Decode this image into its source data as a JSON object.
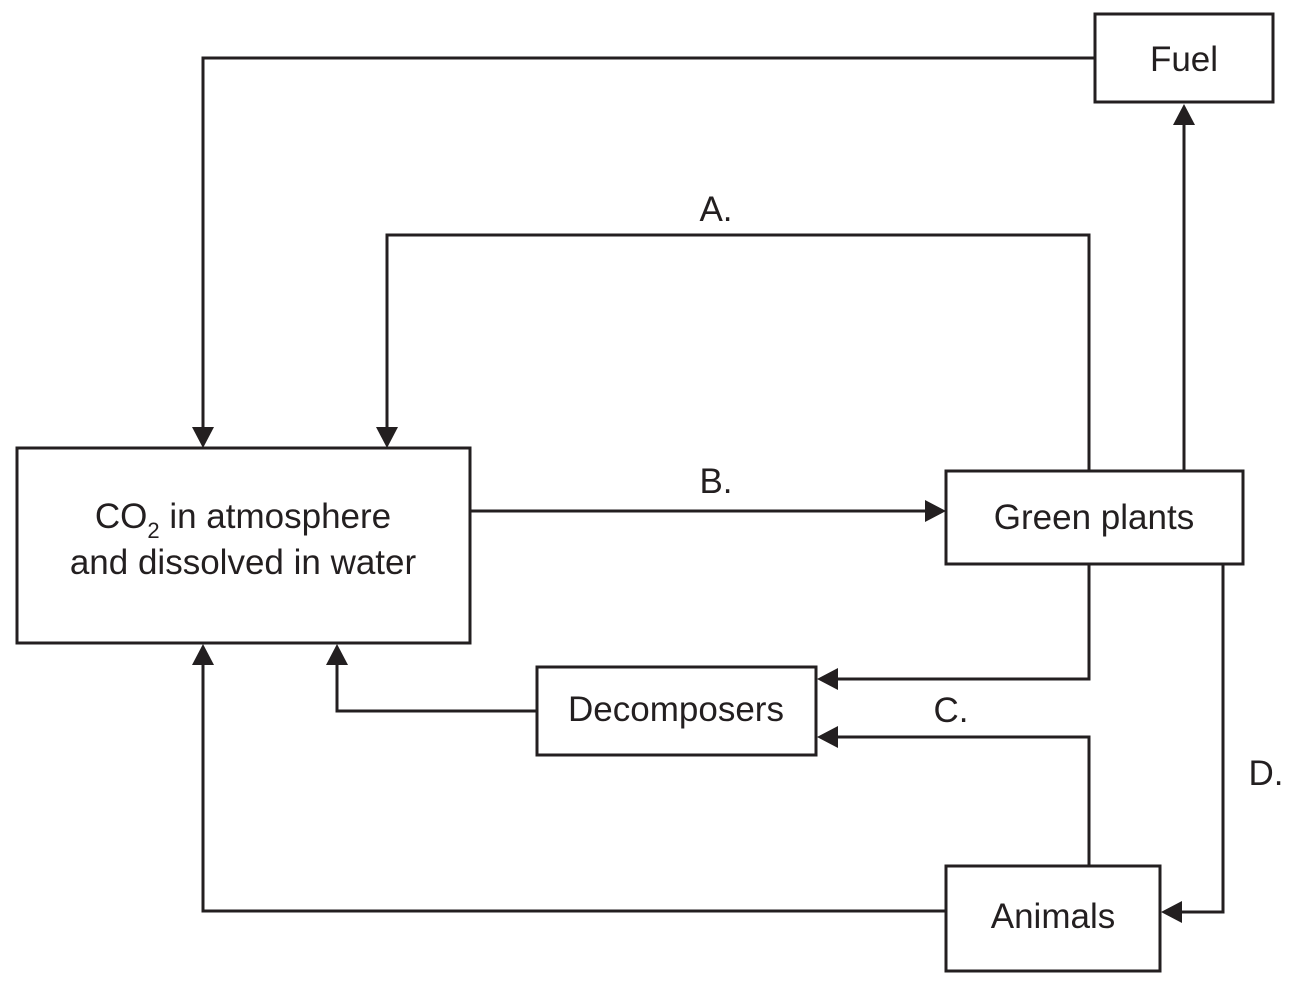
{
  "diagram": {
    "title": "Carbon cycle",
    "colors": {
      "ink": "#231f20",
      "background": "#ffffff"
    },
    "nodes": {
      "co2": {
        "line1_prefix": "CO",
        "line1_subscript": "2",
        "line1_suffix": " in atmosphere",
        "line2": "and dissolved in water"
      },
      "fuel": {
        "label": "Fuel"
      },
      "green_plants": {
        "label": "Green plants"
      },
      "decomposers": {
        "label": "Decomposers"
      },
      "animals": {
        "label": "Animals"
      }
    },
    "labels": {
      "a": "A.",
      "b": "B.",
      "c": "C.",
      "d": "D."
    },
    "edges": [
      {
        "from": "Fuel",
        "to": "CO2 in atmosphere and dissolved in water",
        "label": ""
      },
      {
        "from": "Green plants",
        "to": "CO2 in atmosphere and dissolved in water",
        "label": "A."
      },
      {
        "from": "CO2 in atmosphere and dissolved in water",
        "to": "Green plants",
        "label": "B."
      },
      {
        "from": "Green plants",
        "to": "Fuel",
        "label": ""
      },
      {
        "from": "Green plants",
        "to": "Decomposers",
        "label": ""
      },
      {
        "from": "Animals",
        "to": "Decomposers",
        "label": "C."
      },
      {
        "from": "Green plants",
        "to": "Animals",
        "label": "D."
      },
      {
        "from": "Decomposers",
        "to": "CO2 in atmosphere and dissolved in water",
        "label": ""
      },
      {
        "from": "Animals",
        "to": "CO2 in atmosphere and dissolved in water",
        "label": ""
      }
    ]
  }
}
